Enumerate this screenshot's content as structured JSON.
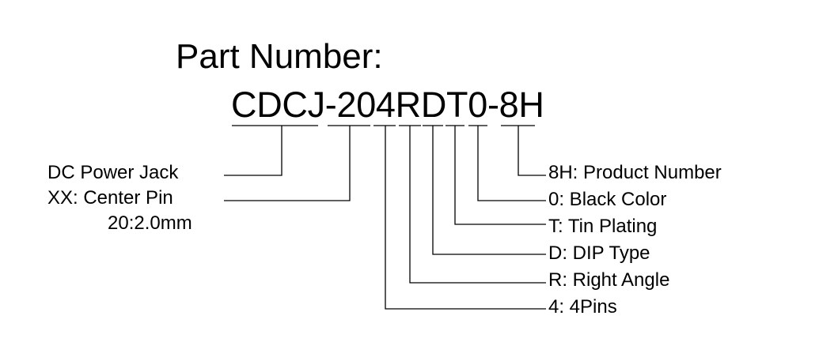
{
  "title": "Part Number:",
  "part_number": "CDCJ-204RDT0-8H",
  "left_labels": [
    "DC Power Jack",
    "XX: Center Pin",
    "20:2.0mm"
  ],
  "right_labels": [
    "8H: Product Number",
    "0: Black Color",
    "T: Tin Plating",
    "D: DIP Type",
    "R: Right Angle",
    "4: 4Pins"
  ]
}
